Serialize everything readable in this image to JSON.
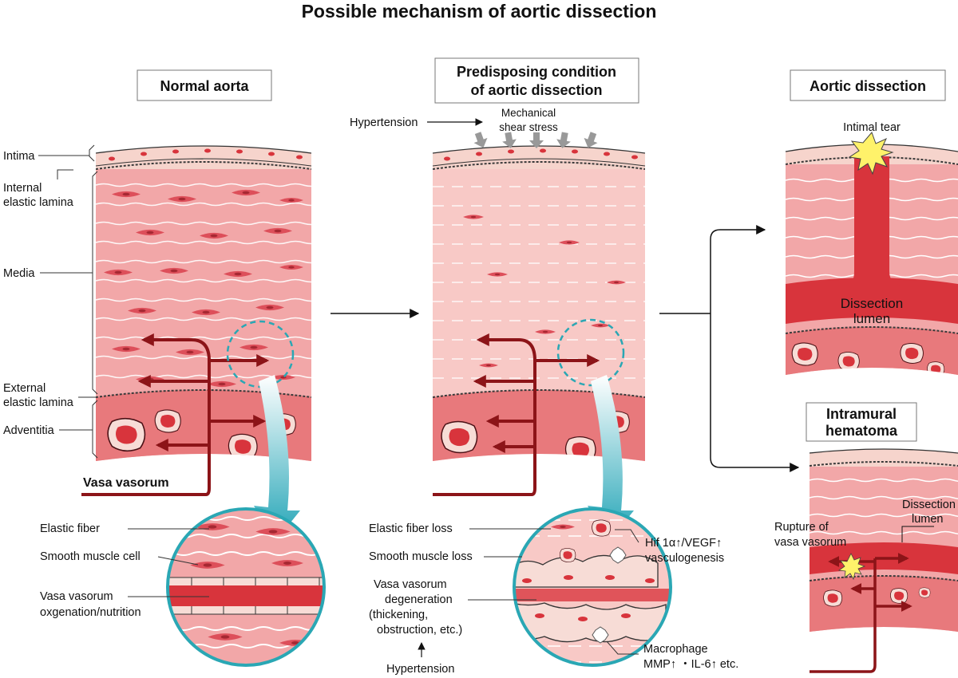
{
  "figure": {
    "title": "Possible mechanism of aortic dissection",
    "panels": {
      "normal": {
        "heading": "Normal aorta",
        "layers": {
          "intima": "Intima",
          "internal_elastic_lamina_1": "Internal",
          "internal_elastic_lamina_2": "elastic lamina",
          "media": "Media",
          "external_elastic_lamina_1": "External",
          "external_elastic_lamina_2": "elastic lamina",
          "adventitia": "Adventitia"
        },
        "vasa_vorum_label": "Vasa vasorum",
        "zoom_labels": {
          "elastic_fiber": "Elastic fiber",
          "smooth_muscle_cell": "Smooth muscle cell",
          "vasa_vasorum_1": "Vasa vasorum",
          "vasa_vasorum_2": "oxgenation/nutrition"
        }
      },
      "predisposing": {
        "heading_1": "Predisposing condition",
        "heading_2": "of aortic dissection",
        "hypertension_top": "Hypertension",
        "shear_1": "Mechanical",
        "shear_2": "shear stress",
        "zoom_labels": {
          "elastic_fiber_loss": "Elastic fiber loss",
          "smooth_muscle_loss": "Smooth muscle loss",
          "degeneration_1": "Vasa vasorum",
          "degeneration_2": "degeneration",
          "degeneration_3": "(thickening,",
          "degeneration_4": "obstruction, etc.)",
          "hypertension_bottom": "Hypertension",
          "hif_1": "Hif 1α↑/VEGF↑",
          "hif_2": "vasculogenesis",
          "macrophage_1": "Macrophage",
          "macrophage_2": "MMP↑ ・IL-6↑ etc."
        }
      },
      "dissection": {
        "heading": "Aortic dissection",
        "intimal_tear": "Intimal tear",
        "lumen_1": "Dissection",
        "lumen_2": "lumen"
      },
      "hematoma": {
        "heading_1": "Intramural",
        "heading_2": "hematoma",
        "lumen_1": "Dissection",
        "lumen_2": "lumen",
        "rupture_1": "Rupture of",
        "rupture_2": "vasa vasorum"
      }
    }
  },
  "colors": {
    "media_pink": "#f2a7a8",
    "media_light": "#f8c9c6",
    "adventitia": "#e8797c",
    "smooth_muscle": "#dd4f5a",
    "vessel": "#8c1418",
    "blood": "#d8343c",
    "zoom_ring": "#2aa7b4",
    "tear_star": "#fff26a"
  },
  "icons": [
    "arrow-right-icon",
    "shear-arrow-icon",
    "tear-star-icon",
    "zoom-arrow-icon"
  ]
}
